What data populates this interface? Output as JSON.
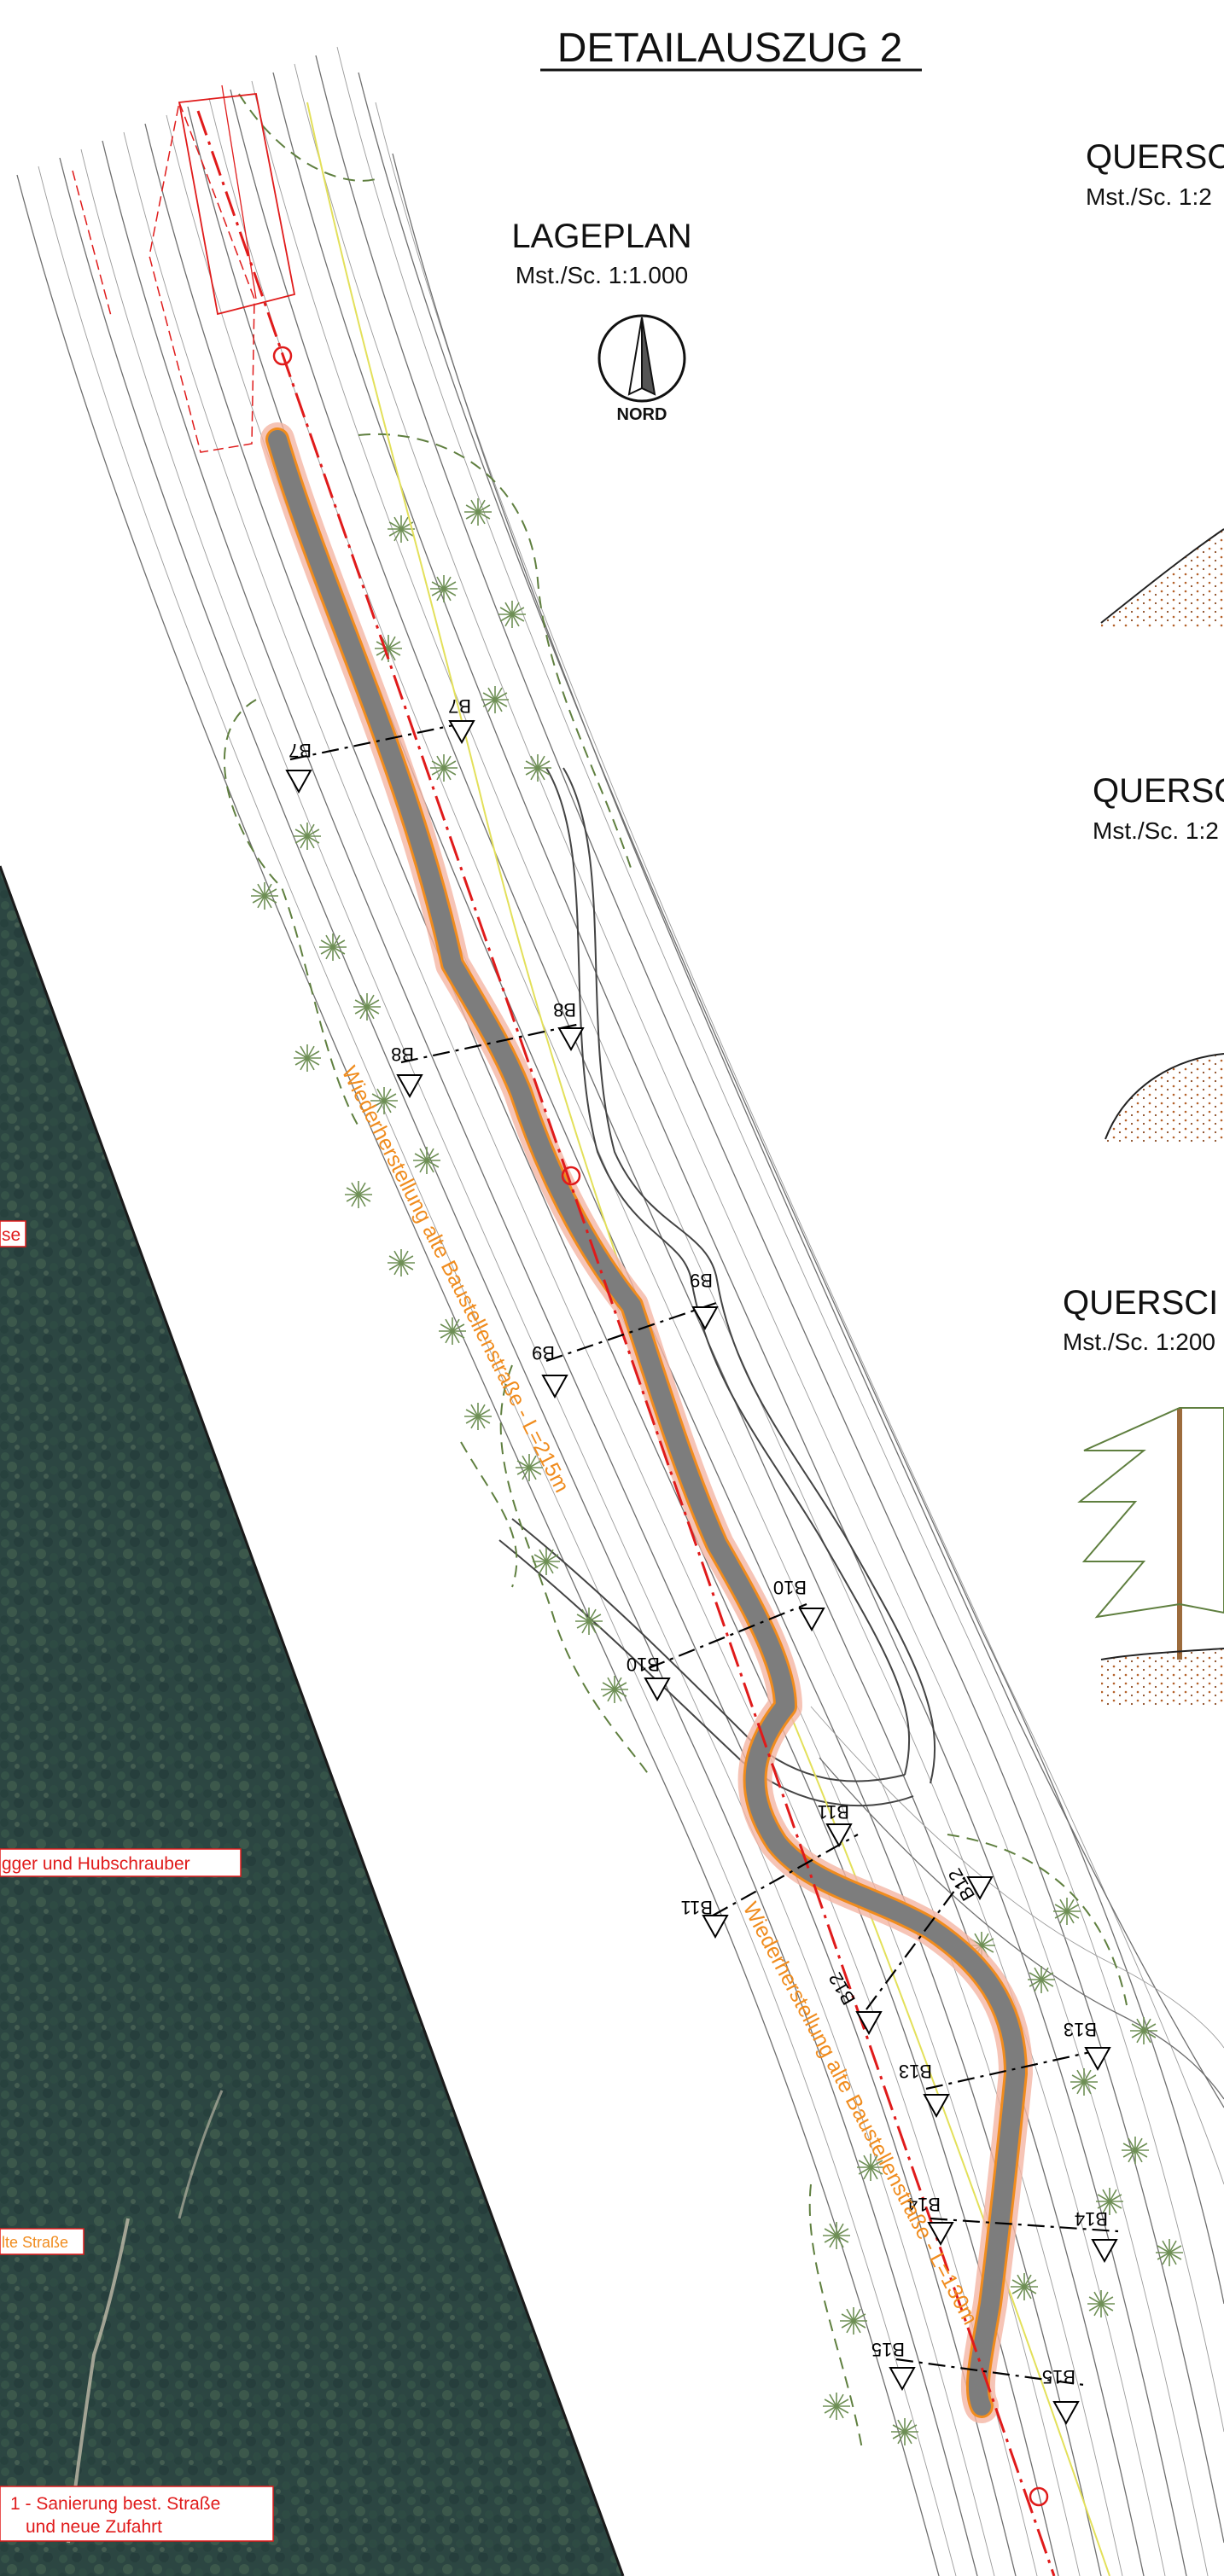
{
  "sheet": {
    "title": "DETAILAUSZUG 2"
  },
  "lageplan": {
    "title": "LAGEPLAN",
    "scale": "Mst./Sc. 1:1.000",
    "north_label": "NORD"
  },
  "querschnitte": [
    {
      "title": "QUERSC",
      "scale": "Mst./Sc. 1:2"
    },
    {
      "title": "QUERSC",
      "scale": "Mst./Sc. 1:2"
    },
    {
      "title": "QUERSCI",
      "scale": "Mst./Sc. 1:200"
    }
  ],
  "road_labels": {
    "upper": "Wiederherstellung alte Baustellenstraße - L=215m",
    "lower": "Wiederherstellung alte Baustellenstraße - L=130m"
  },
  "aerial_labels": {
    "label_1": "se",
    "label_2": "gger und Hubschrauber",
    "label_3": "lte Straße",
    "label_4_line1": "1 - Sanierung best. Straße",
    "label_4_line2": "und neue Zufahrt"
  },
  "sections": [
    {
      "label_left": "B7",
      "label_right": "B7"
    },
    {
      "label_left": "B8",
      "label_right": "B8"
    },
    {
      "label_left": "B9",
      "label_right": "B9"
    },
    {
      "label_left": "B10",
      "label_right": "B10"
    },
    {
      "label_left": "B11",
      "label_right": "B11"
    },
    {
      "label_left": "B12",
      "label_right": "B12"
    },
    {
      "label_left": "B13",
      "label_right": "B13"
    },
    {
      "label_left": "B14",
      "label_right": "B14"
    },
    {
      "label_left": "B15",
      "label_right": "B15"
    }
  ],
  "colors": {
    "road_fill": "#7d7d7d",
    "road_outline": "#f08c1e",
    "road_highlight": "#f4b5a4",
    "axis": "#e01b1b",
    "edge_line": "#e3e05a",
    "vegetation": "#6e8f55",
    "aerial_forest": "#2f4a3a",
    "label_text": "#e01b1b",
    "road_label": "#f08c1e"
  }
}
